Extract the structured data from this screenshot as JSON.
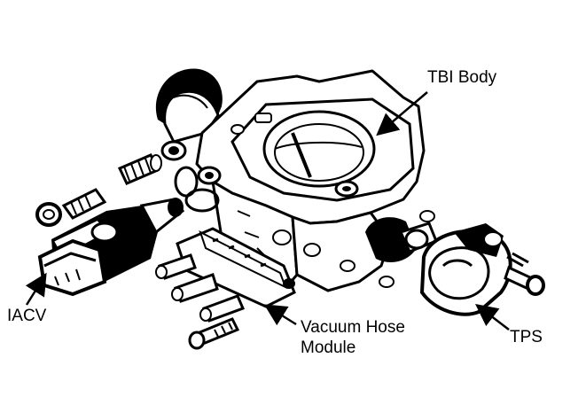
{
  "labels": {
    "tbi_body": "TBI Body",
    "iacv": "IACV",
    "tps": "TPS",
    "vacuum_hose_line1": "Vacuum Hose",
    "vacuum_hose_line2": "Module"
  },
  "colors": {
    "ink": "#000000",
    "paper": "#ffffff"
  }
}
